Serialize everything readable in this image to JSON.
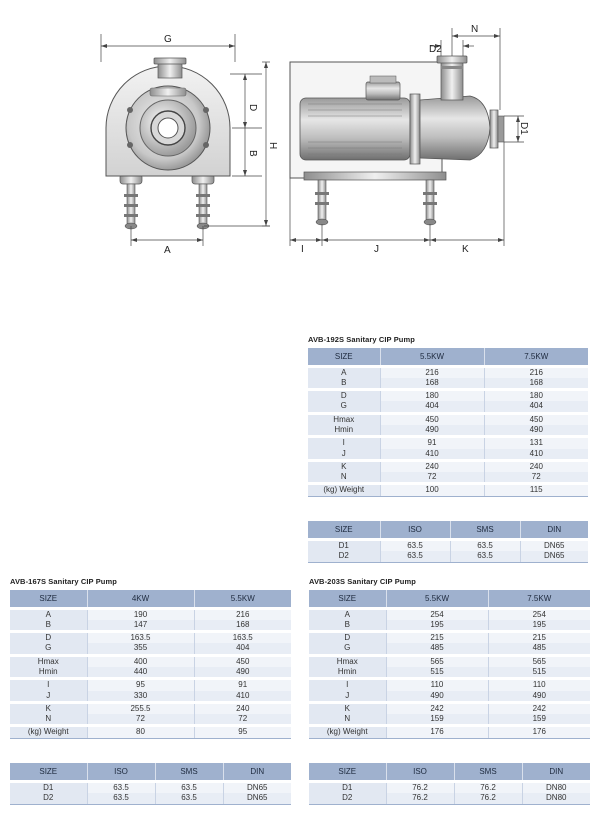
{
  "drawing": {
    "front_labels": {
      "G": "G",
      "D": "D",
      "B": "B",
      "H": "H",
      "A": "A"
    },
    "side_labels": {
      "D2": "D2",
      "N": "N",
      "D1": "D1",
      "I": "I",
      "J": "J",
      "K": "K"
    }
  },
  "pump_tables": [
    {
      "id": "avb-192s",
      "title": "AVB-192S Sanitary CIP Pump",
      "headers": [
        "SIZE",
        "5.5KW",
        "7.5KW"
      ],
      "rows": [
        [
          "A",
          "216",
          "216"
        ],
        [
          "B",
          "168",
          "168"
        ],
        [
          "D",
          "180",
          "180"
        ],
        [
          "G",
          "404",
          "404"
        ],
        [
          "Hmax",
          "450",
          "450"
        ],
        [
          "Hmin",
          "490",
          "490"
        ],
        [
          "I",
          "91",
          "131"
        ],
        [
          "J",
          "410",
          "410"
        ],
        [
          "K",
          "240",
          "240"
        ],
        [
          "N",
          "72",
          "72"
        ],
        [
          "(kg) Weight",
          "100",
          "115"
        ]
      ],
      "connections": {
        "headers": [
          "SIZE",
          "ISO",
          "SMS",
          "DIN"
        ],
        "rows": [
          [
            "D1",
            "63.5",
            "63.5",
            "DN65"
          ],
          [
            "D2",
            "63.5",
            "63.5",
            "DN65"
          ]
        ]
      }
    },
    {
      "id": "avb-167s",
      "title": "AVB-167S Sanitary CIP Pump",
      "headers": [
        "SIZE",
        "4KW",
        "5.5KW"
      ],
      "rows": [
        [
          "A",
          "190",
          "216"
        ],
        [
          "B",
          "147",
          "168"
        ],
        [
          "D",
          "163.5",
          "163.5"
        ],
        [
          "G",
          "355",
          "404"
        ],
        [
          "Hmax",
          "400",
          "450"
        ],
        [
          "Hmin",
          "440",
          "490"
        ],
        [
          "I",
          "95",
          "91"
        ],
        [
          "J",
          "330",
          "410"
        ],
        [
          "K",
          "255.5",
          "240"
        ],
        [
          "N",
          "72",
          "72"
        ],
        [
          "(kg) Weight",
          "80",
          "95"
        ]
      ],
      "connections": {
        "headers": [
          "SIZE",
          "ISO",
          "SMS",
          "DIN"
        ],
        "rows": [
          [
            "D1",
            "63.5",
            "63.5",
            "DN65"
          ],
          [
            "D2",
            "63.5",
            "63.5",
            "DN65"
          ]
        ]
      }
    },
    {
      "id": "avb-203s",
      "title": "AVB-203S Sanitary CIP Pump",
      "headers": [
        "SIZE",
        "5.5KW",
        "7.5KW"
      ],
      "rows": [
        [
          "A",
          "254",
          "254"
        ],
        [
          "B",
          "195",
          "195"
        ],
        [
          "D",
          "215",
          "215"
        ],
        [
          "G",
          "485",
          "485"
        ],
        [
          "Hmax",
          "565",
          "565"
        ],
        [
          "Hmin",
          "515",
          "515"
        ],
        [
          "I",
          "110",
          "110"
        ],
        [
          "J",
          "490",
          "490"
        ],
        [
          "K",
          "242",
          "242"
        ],
        [
          "N",
          "159",
          "159"
        ],
        [
          "(kg) Weight",
          "176",
          "176"
        ]
      ],
      "connections": {
        "headers": [
          "SIZE",
          "ISO",
          "SMS",
          "DIN"
        ],
        "rows": [
          [
            "D1",
            "76.2",
            "76.2",
            "DN80"
          ],
          [
            "D2",
            "76.2",
            "76.2",
            "DN80"
          ]
        ]
      }
    }
  ],
  "colors": {
    "header_bg": "#9fb1ce",
    "row_a": "#f1f4f9",
    "row_b": "#e8edf5",
    "size_col": "#e2e8f2"
  }
}
